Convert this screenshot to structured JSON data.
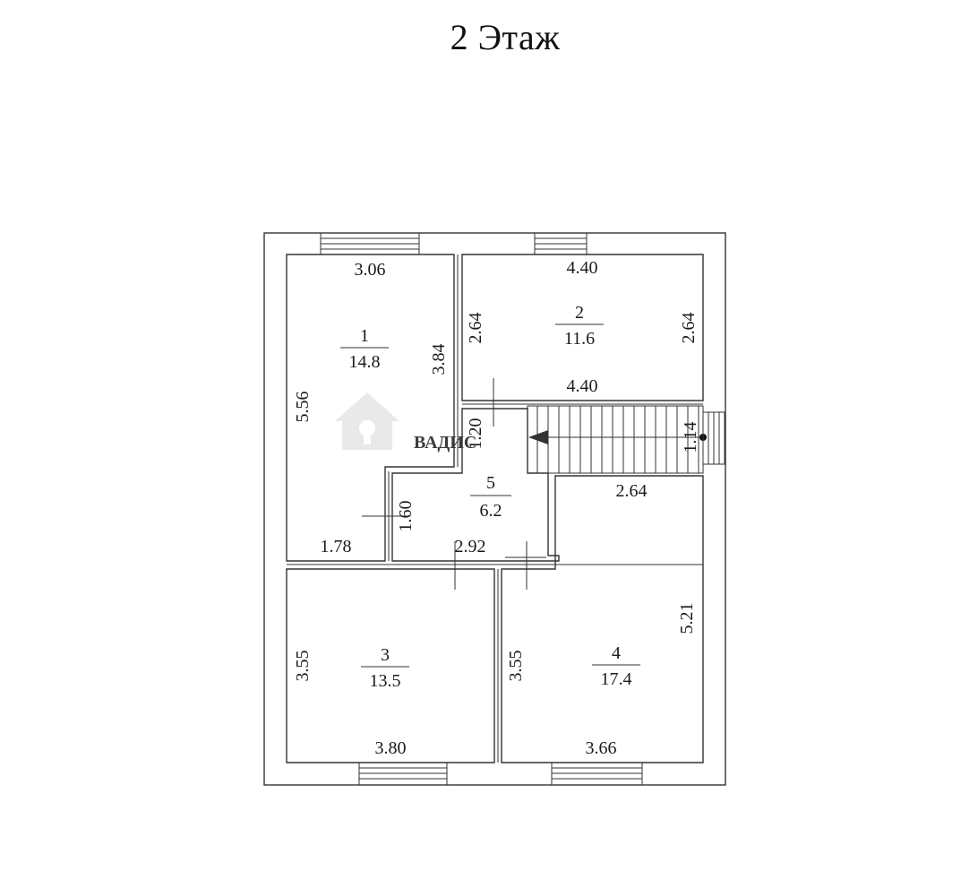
{
  "title": "2 Этаж",
  "watermark": {
    "text": "ВАДИС"
  },
  "colors": {
    "line": "#333333",
    "text": "#1a1a1a",
    "watermark": "#e6e6e6"
  },
  "rooms": [
    {
      "number": "1",
      "area": "14.8"
    },
    {
      "number": "2",
      "area": "11.6"
    },
    {
      "number": "3",
      "area": "13.5"
    },
    {
      "number": "4",
      "area": "17.4"
    },
    {
      "number": "5",
      "area": "6.2"
    }
  ],
  "dimensions": {
    "r1_top": "3.06",
    "r1_left": "5.56",
    "r1_right": "3.84",
    "r1_bottom": "1.78",
    "r2_top": "4.40",
    "r2_left": "2.64",
    "r2_right": "2.64",
    "r2_bottom": "4.40",
    "hall_upper": "1.20",
    "hall_left": "1.60",
    "hall_bottom": "2.92",
    "stair_width": "1.14",
    "r4_top": "2.64",
    "r4_right": "5.21",
    "r4_left": "3.55",
    "r4_bottom": "3.66",
    "r3_left": "3.55",
    "r3_bottom": "3.80"
  }
}
